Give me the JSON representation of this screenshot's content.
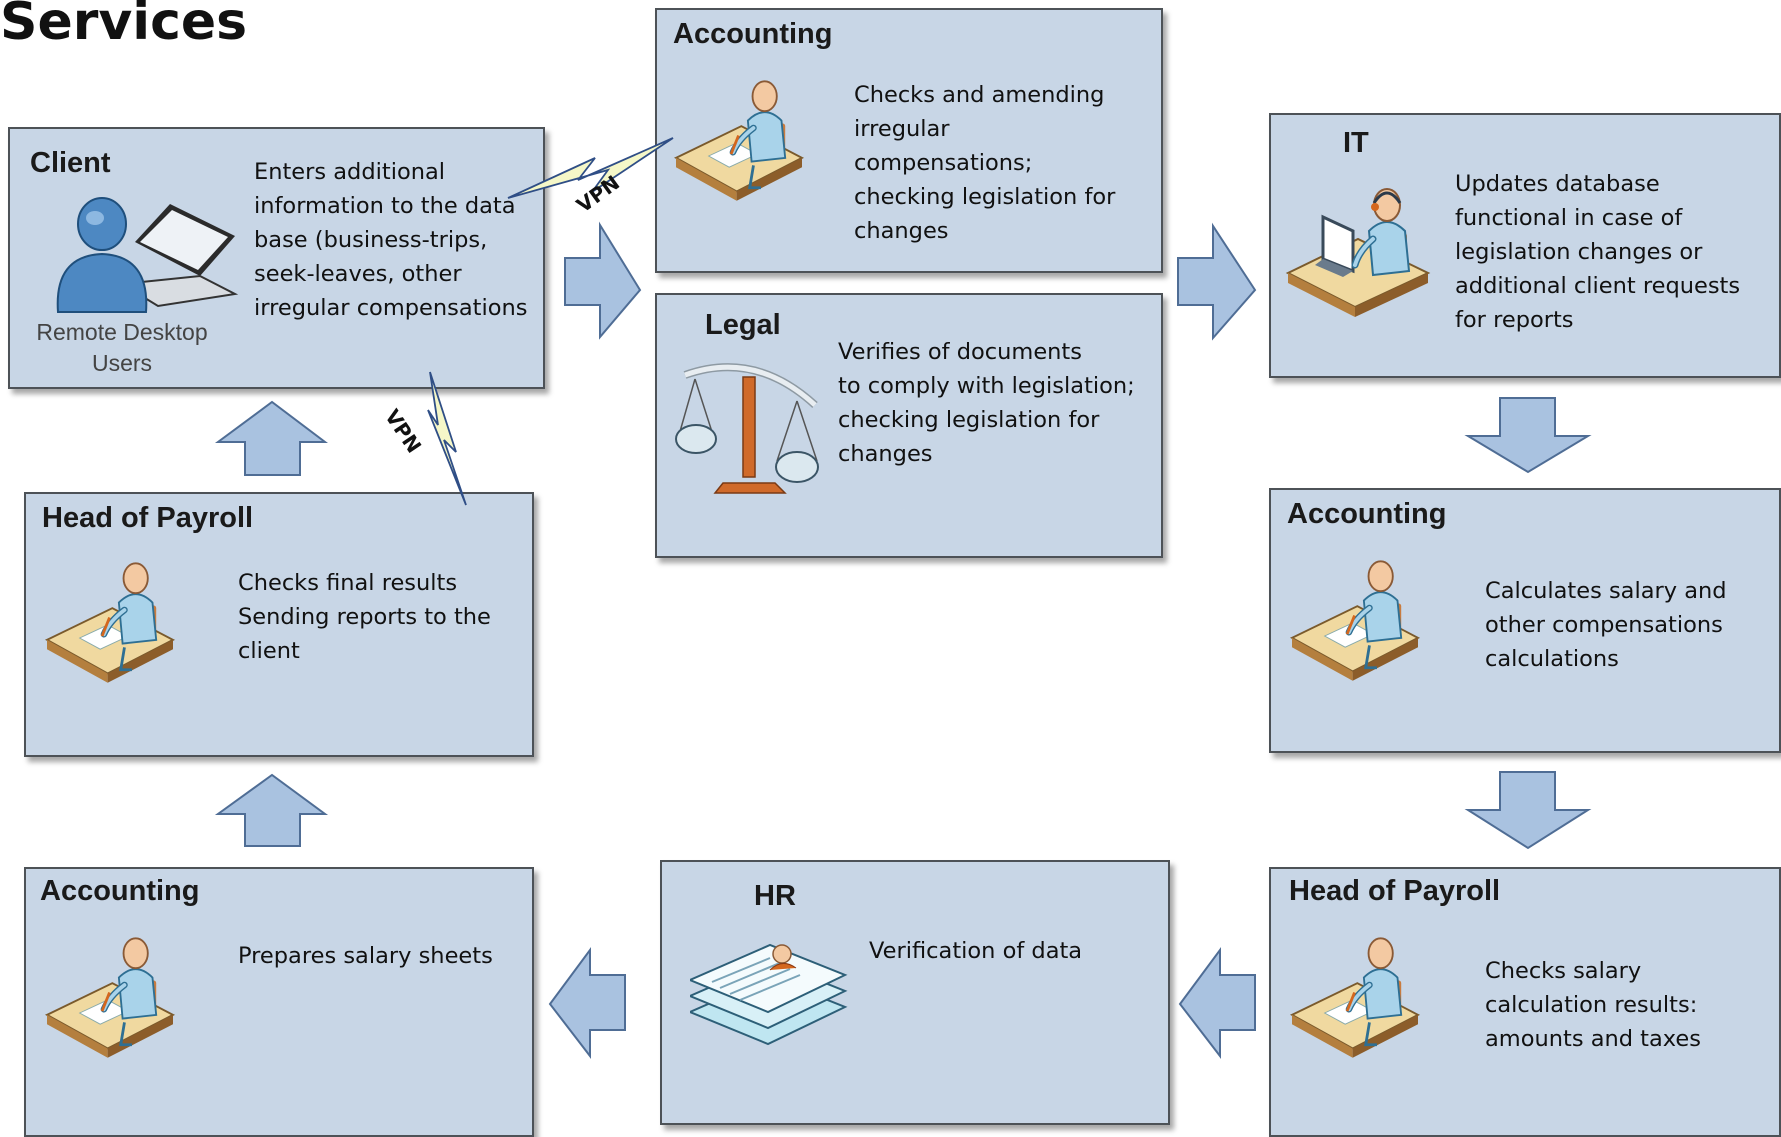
{
  "page": {
    "title": "Services"
  },
  "client": {
    "title": "Client",
    "text": "Enters additional\ninformation to the data\nbase (business-trips,\nseek-leaves, other\nirregular compensations",
    "caption": "Remote Desktop\nUsers"
  },
  "accounting_top": {
    "title": "Accounting",
    "text": "Checks and amending\nirregular\ncompensations;\nchecking legislation for\nchanges"
  },
  "legal": {
    "title": "Legal",
    "text": "Verifies of documents\n to comply with legislation;\nchecking legislation for\nchanges"
  },
  "it": {
    "title": "IT",
    "text": "Updates database\nfunctional in case of\nlegislation changes or\nadditional client requests\nfor reports"
  },
  "accounting_right": {
    "title": "Accounting",
    "text": "Calculates salary and\nother compensations\ncalculations"
  },
  "head_payroll_right": {
    "title": "Head of Payroll",
    "text": "Checks salary\ncalculation results:\namounts and taxes"
  },
  "hr": {
    "title": "HR",
    "text": "Verification of data"
  },
  "accounting_bottom": {
    "title": "Accounting",
    "text": "Prepares salary sheets"
  },
  "head_payroll_left": {
    "title": "Head of Payroll",
    "text": "Checks final results\nSending reports to the\nclient"
  },
  "vpn": {
    "label_top": "VPN",
    "label_left": "VPN"
  },
  "colors": {
    "box_fill": "#c8d6e6",
    "box_border": "#4d5257",
    "arrow_fill": "#a9c2e0",
    "arrow_stroke": "#4f6d95",
    "lightning_fill": "#f5f7c8",
    "lightning_stroke": "#2f4e86"
  },
  "icons": {
    "client": "remote-desktop-user-icon",
    "accountant": "accountant-at-desk-icon",
    "legal": "scales-of-justice-icon",
    "it": "it-operator-icon",
    "hr": "document-stack-icon"
  }
}
